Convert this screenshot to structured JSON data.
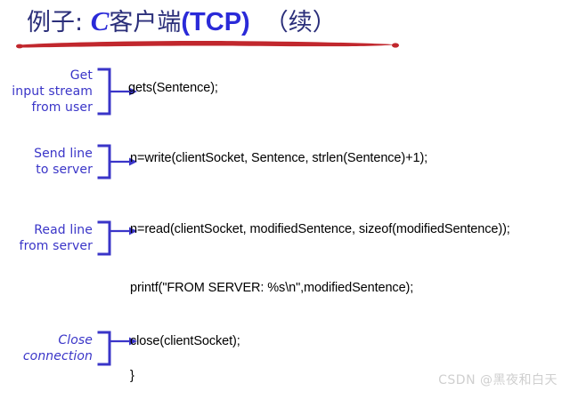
{
  "slide": {
    "title": {
      "prefix": "例子: ",
      "accent_c": "C",
      "zh_client": "客户端",
      "tcp": "(TCP)",
      "continued": "（续）",
      "underline_color": "#c1272d",
      "main_color": "#2b2f7a",
      "accent_color": "#2a2ad8"
    },
    "annotation_color": "#3a35c8",
    "code_color": "#000000",
    "background": "#ffffff"
  },
  "steps": [
    {
      "label_lines": [
        "Get",
        "input stream",
        "from user"
      ],
      "italic": false,
      "code": "gets(Sentence);"
    },
    {
      "label_lines": [
        "Send line",
        "to server"
      ],
      "italic": false,
      "code": "n=write(clientSocket, Sentence, strlen(Sentence)+1);"
    },
    {
      "label_lines": [
        "Read line",
        "from server"
      ],
      "italic": false,
      "code": "n=read(clientSocket, modifiedSentence, sizeof(modifiedSentence));"
    },
    {
      "label_lines": [
        "Close",
        "connection"
      ],
      "italic": true,
      "code": "close(clientSocket);"
    }
  ],
  "extra_code": {
    "printf_line": "printf(\"FROM SERVER: %s\\n\",modifiedSentence);",
    "closing_brace": "}"
  },
  "watermark": {
    "text": "CSDN @黑夜和白天",
    "color": "#cfcfcf"
  }
}
